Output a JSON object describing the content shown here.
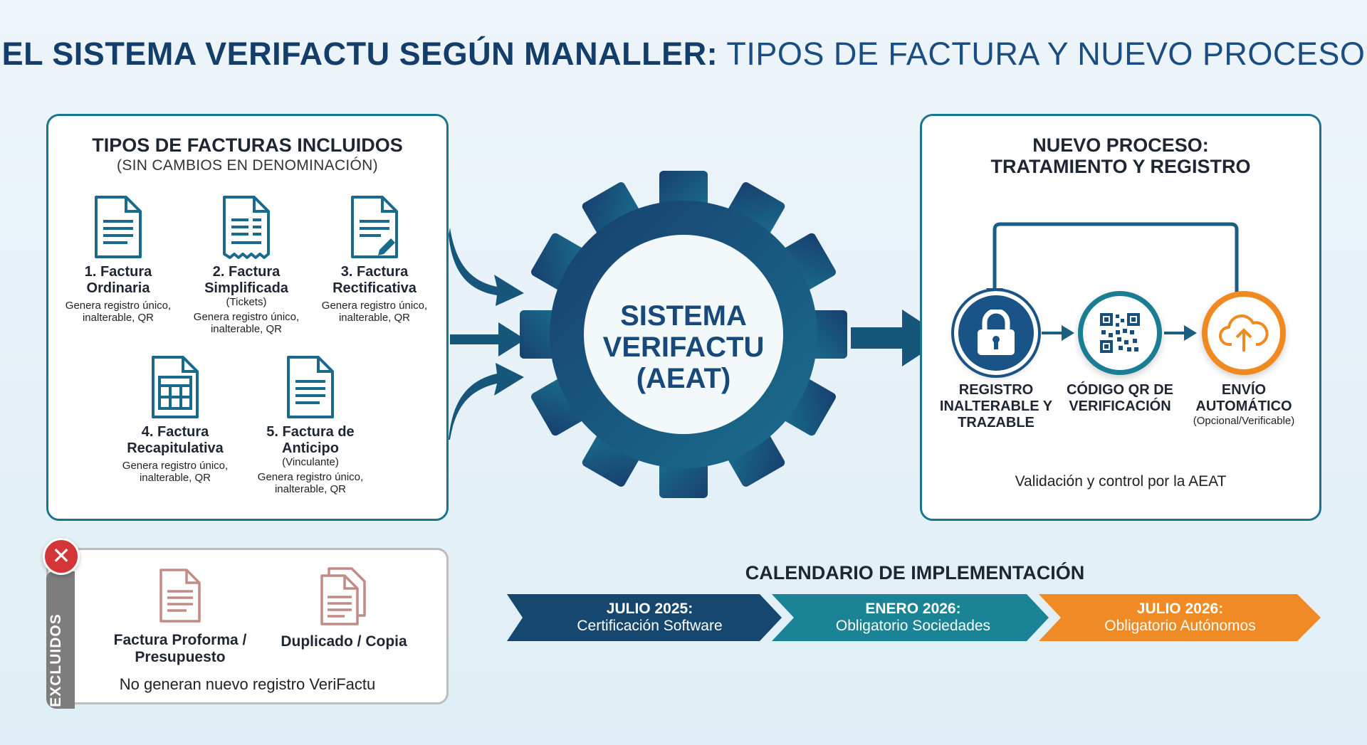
{
  "title": {
    "bold": "EL SISTEMA VERIFACTU SEGÚN MANALLER:",
    "light": "TIPOS DE FACTURA Y NUEVO PROCESO"
  },
  "included": {
    "title": "TIPOS DE FACTURAS INCLUIDOS",
    "subtitle": "(SIN CAMBIOS EN DENOMINACIÓN)",
    "items": [
      {
        "name": "1. Factura Ordinaria",
        "note": "",
        "desc": "Genera registro único, inalterable, QR",
        "icon": "document-icon"
      },
      {
        "name": "2. Factura Simplificada",
        "note": "(Tickets)",
        "desc": "Genera registro único, inalterable, QR",
        "icon": "receipt-icon"
      },
      {
        "name": "3. Factura Rectificativa",
        "note": "",
        "desc": "Genera registro único, inalterable, QR",
        "icon": "edit-document-icon"
      },
      {
        "name": "4. Factura Recapitulativa",
        "note": "",
        "desc": "Genera registro único, inalterable, QR",
        "icon": "table-document-icon"
      },
      {
        "name": "5. Factura de Anticipo",
        "note": "(Vinculante)",
        "desc": "Genera registro único, inalterable, QR",
        "icon": "document-icon"
      }
    ]
  },
  "gear": {
    "label_line1": "SISTEMA",
    "label_line2": "VERIFACTU",
    "label_line3": "(AEAT)"
  },
  "process": {
    "title_line1": "NUEVO PROCESO:",
    "title_line2": "TRATAMIENTO Y REGISTRO",
    "steps": [
      {
        "label": "REGISTRO INALTERABLE Y TRAZABLE",
        "note": "",
        "icon": "lock-icon",
        "color": "#1a5486"
      },
      {
        "label": "CÓDIGO QR DE VERIFICACIÓN",
        "note": "",
        "icon": "qr-code-icon",
        "color": "#1b7d94"
      },
      {
        "label": "ENVÍO AUTOMÁTICO",
        "note": "(Opcional/Verificable)",
        "icon": "cloud-upload-icon",
        "color": "#f0891f"
      }
    ],
    "footer": "Validación y control por la AEAT"
  },
  "excluded": {
    "tab_label": "EXCLUIDOS",
    "items": [
      {
        "name": "Factura Proforma / Presupuesto",
        "icon": "document-icon"
      },
      {
        "name": "Duplicado / Copia",
        "icon": "copy-icon"
      }
    ],
    "footer": "No generan nuevo registro VeriFactu"
  },
  "calendar": {
    "title": "CALENDARIO DE IMPLEMENTACIÓN",
    "segments": [
      {
        "date": "JULIO 2025:",
        "text": "Certificación Software",
        "color": "#16486f"
      },
      {
        "date": "ENERO 2026:",
        "text": "Obligatorio Sociedades",
        "color": "#1b8396"
      },
      {
        "date": "JULIO 2026:",
        "text": "Obligatorio Autónomos",
        "color": "#f08a24"
      }
    ]
  },
  "colors": {
    "navy": "#133d6a",
    "teal": "#1a7590",
    "orange": "#f0891f",
    "excluded_red": "#d43638"
  }
}
